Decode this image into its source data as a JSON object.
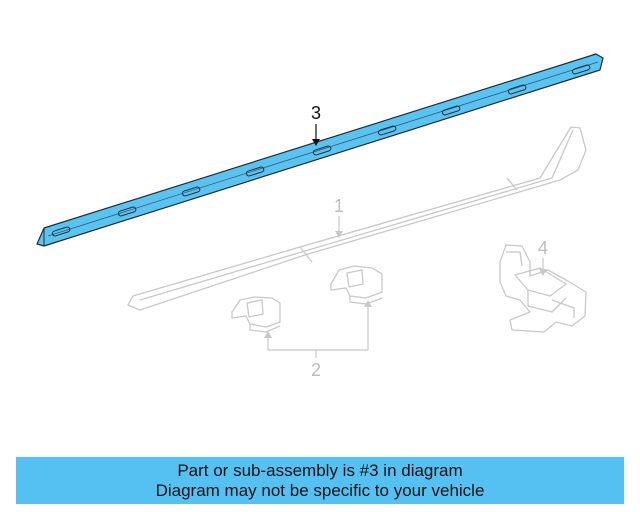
{
  "diagram": {
    "callouts": [
      {
        "id": "3",
        "label": "3",
        "state": "highlighted"
      },
      {
        "id": "1",
        "label": "1",
        "state": "faded"
      },
      {
        "id": "4",
        "label": "4",
        "state": "faded"
      },
      {
        "id": "2",
        "label": "2",
        "state": "faded"
      }
    ],
    "colors": {
      "highlight_fill": "#5bc3f0",
      "highlight_stroke": "#1f2d3a",
      "faded_stroke": "#c8c8c8",
      "banner_bg": "#55c1f2"
    }
  },
  "banner": {
    "line1": "Part or sub-assembly is #3 in diagram",
    "line2": "Diagram may not be specific to your vehicle"
  }
}
